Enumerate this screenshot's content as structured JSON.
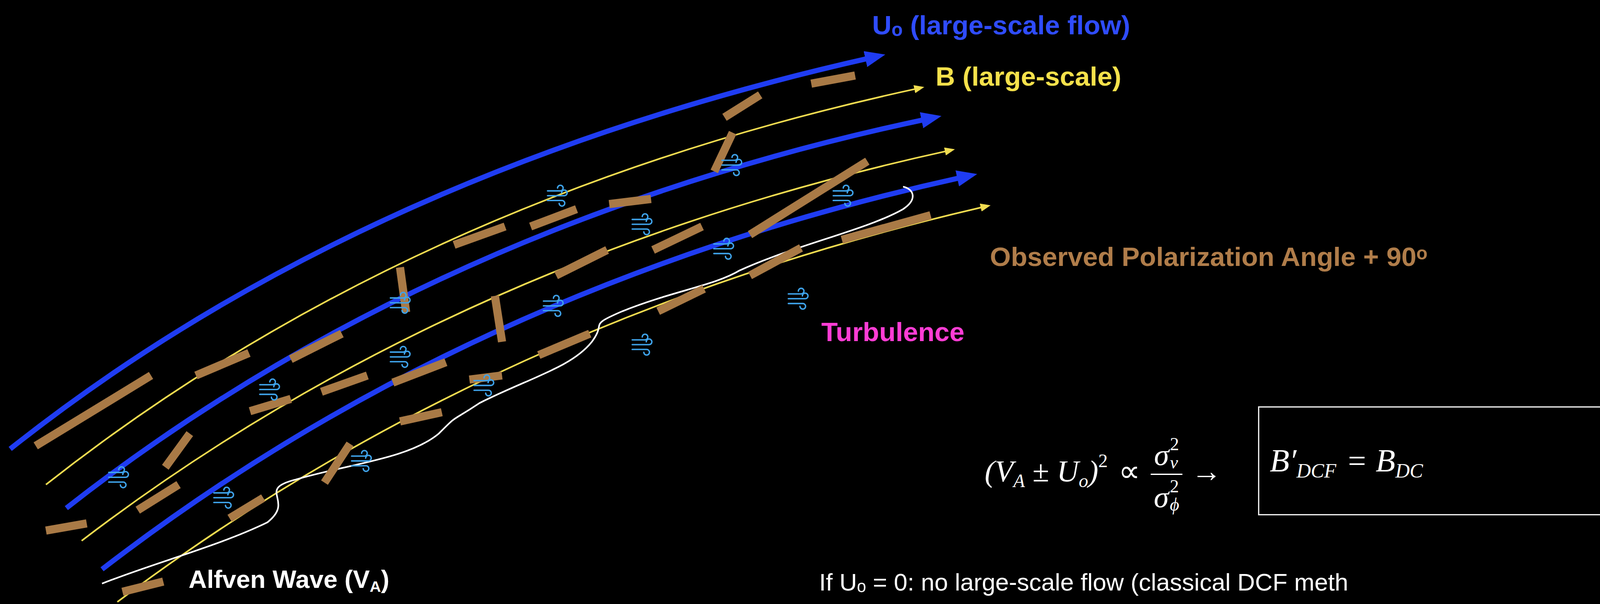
{
  "diagram": {
    "nodes": [
      {
        "text": [
          "B′",
          "DCF",
          "= B",
          "DC"
        ]
      }
    ],
    "labels": [
      "Uₒ (large-scale flow)",
      "B (large-scale)",
      "Observed Polarization Angle + 90ᵒ",
      "Turbulence",
      "Alfven Wave (V",
      "A",
      ")",
      "(V",
      "A",
      "±",
      "U",
      "o",
      ")",
      "2",
      "∝",
      "σ",
      "v",
      "2",
      "σ",
      "ϕ",
      "2",
      "→",
      "If Uₒ = 0: no large-scale flow (classical DCF meth"
    ]
  }
}
